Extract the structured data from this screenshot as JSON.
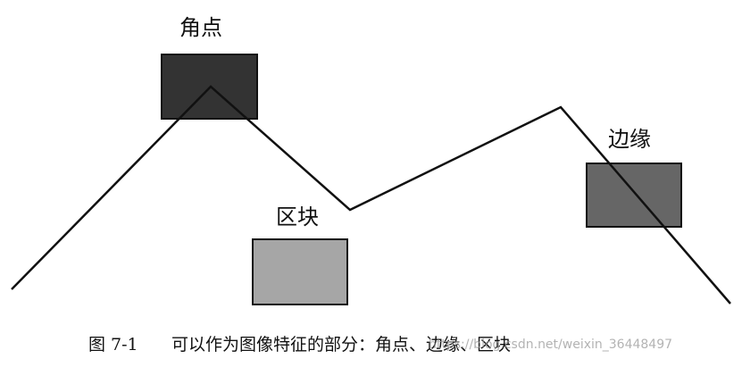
{
  "diagram": {
    "labels": {
      "corner": "角点",
      "edge": "边缘",
      "blob": "区块"
    },
    "colors": {
      "corner_box": "#333333",
      "edge_box": "#666666",
      "blob_box": "#a6a6a6",
      "line": "#111111",
      "background": "#ffffff"
    }
  },
  "caption": {
    "figure_number": "图 7-1",
    "text": "可以作为图像特征的部分：角点、边缘、区块"
  },
  "watermark": {
    "text": "https://blog.csdn.net/weixin_36448497"
  }
}
